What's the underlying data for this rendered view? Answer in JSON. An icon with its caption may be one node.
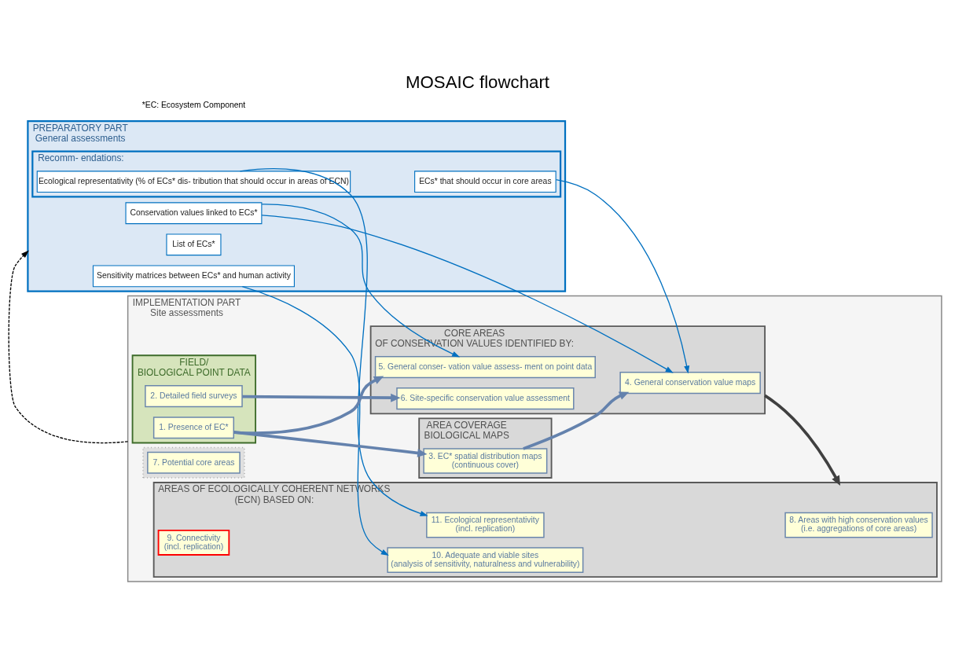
{
  "diagram": {
    "title": "MOSAIC flowchart",
    "nodes": [
      {
        "text": [
          "PREPARATORY PART",
          "General assessments"
        ]
      },
      {
        "text": [
          "List of ECs*"
        ],
        "in": 0
      },
      {
        "text": [
          "Conservation values linked to ECs*"
        ],
        "in": 0
      },
      {
        "text": [
          "Recomm- endations:"
        ],
        "in": 0
      },
      {
        "text": [
          "Ecological representativity (% of ECs* dis- tribution that should occur in areas of ECN)"
        ],
        "in": 3
      },
      {
        "text": [
          "ECs* that should occur in core areas"
        ],
        "in": 3
      },
      {
        "text": [
          "Sensitivity matrices between ECs* and human activity"
        ],
        "in": 0
      },
      {
        "text": [
          "IMPLEMENTATION PART",
          "Site assessments"
        ]
      },
      {
        "text": [
          "FIELD/",
          "BIOLOGICAL POINT DATA"
        ],
        "in": 7
      },
      {
        "text": [
          "1. Presence of EC*"
        ],
        "in": 8
      },
      {
        "text": [
          "2. Detailed field surveys"
        ],
        "in": 8
      },
      {
        "text": [
          "AREA COVERAGE",
          "BIOLOGICAL MAPS"
        ],
        "in": 7
      },
      {
        "text": [
          "3. EC* spatial distribution maps",
          "(continuous cover)"
        ],
        "in": 11
      },
      {
        "text": [
          "CORE AREAS",
          "OF CONSERVATION VALUES IDENTIFIED BY:"
        ],
        "in": 7
      },
      {
        "text": [
          "4. General conservation value maps"
        ],
        "in": 13
      },
      {
        "text": [
          "5. General conser- vation value assess- ment on point data"
        ],
        "in": 13
      },
      {
        "text": [
          "6. Site-specific conservation value assessment"
        ],
        "in": 13
      },
      {
        "text": [],
        "shape": "box",
        "in": 7
      },
      {
        "text": [
          "7. Potential core areas"
        ],
        "in": 17
      },
      {
        "text": [
          "AREAS OF ECOLOGICALLY COHERENT NETWORKS",
          "(ECN) BASED ON:"
        ],
        "in": 7
      },
      {
        "text": [
          "8. Areas with high conservation values",
          "(i.e. aggregations of core areas)"
        ],
        "in": 19
      },
      {
        "text": [
          "9. Connectivity",
          "(incl. replication)"
        ],
        "in": 19
      },
      {
        "text": [
          "10. Adequate and viable sites",
          "(analysis of sensitivity, naturalness and vulnerability)"
        ],
        "in": 19
      },
      {
        "text": [
          "11. Ecological representativity",
          "(incl. replication)"
        ],
        "in": 19
      }
    ],
    "edges": [
      {
        "from": 9,
        "to": 12,
        "arrow": "to",
        "style": "thick",
        "color": "#6482ad"
      },
      {
        "from": 12,
        "to": 14,
        "arrow": "to",
        "style": "thick",
        "color": "#6482ad"
      },
      {
        "from": 9,
        "to": 15,
        "arrow": "to",
        "style": "thick",
        "color": "#6482ad"
      },
      {
        "from": 10,
        "to": 16,
        "arrow": "to",
        "style": "thick",
        "color": "#6482ad"
      },
      {
        "from": 13,
        "to": 19,
        "arrow": "to",
        "style": "thick",
        "color": "#404040"
      },
      {
        "from": 2,
        "to": 14,
        "arrow": "to"
      },
      {
        "from": 2,
        "to": 15,
        "arrow": "to"
      },
      {
        "from": 5,
        "to": 14,
        "arrow": "to"
      },
      {
        "from": 6,
        "to": 22,
        "arrow": "to"
      },
      {
        "from": 4,
        "to": 23,
        "arrow": "to"
      },
      {
        "from": 7,
        "to": 0,
        "arrow": "to",
        "style": "dashed",
        "color": "#000000"
      }
    ],
    "labels": [
      "*EC: Ecosystem Component"
    ]
  }
}
